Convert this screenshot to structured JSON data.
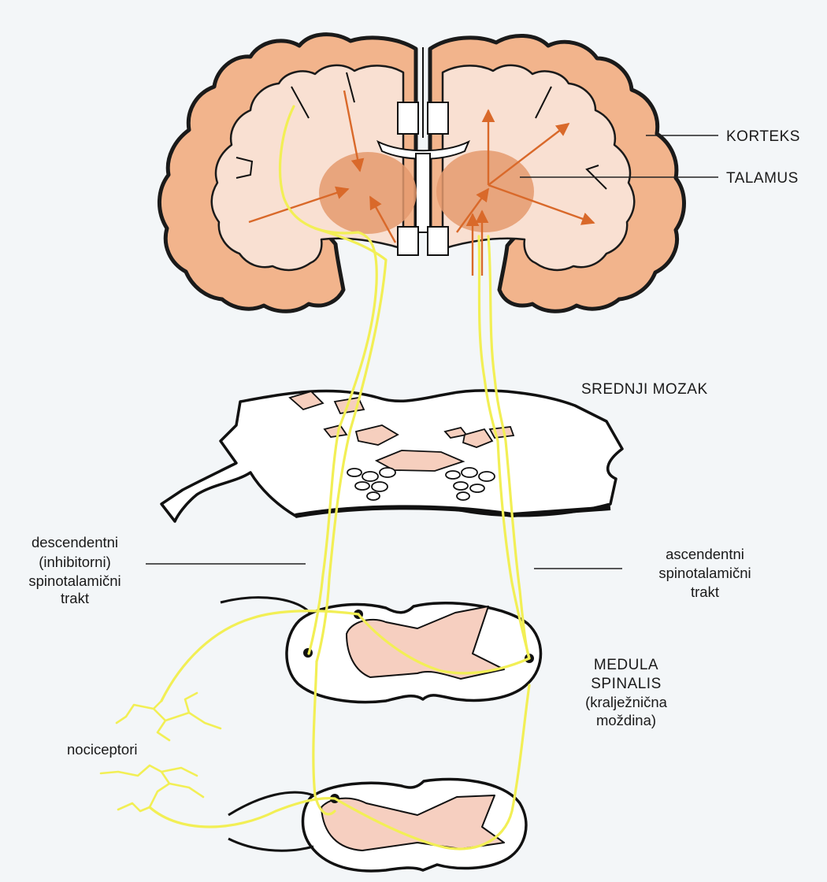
{
  "labels": {
    "cortex": "KORTEKS",
    "thalamus": "TALAMUS",
    "midbrain": "SREDNJI MOZAK",
    "descending": [
      "descendentni",
      "(inhibitorni)",
      "spinotalamični",
      "trakt"
    ],
    "ascending": [
      "ascendentni",
      "spinotalamični",
      "trakt"
    ],
    "spinal_cord": [
      "MEDULA",
      "SPINALIS",
      "(kralježnična",
      "moždina)"
    ],
    "nociceptors": "nociceptori"
  },
  "colors": {
    "background": "#f3f6f8",
    "cortex": "#f2b48c",
    "white_matter": "#f9e0d2",
    "thalamus": "#e59a6e",
    "arrows": "#d9692a",
    "tracts": "#f2ef55",
    "grey_matter": "#f6cfc0"
  }
}
